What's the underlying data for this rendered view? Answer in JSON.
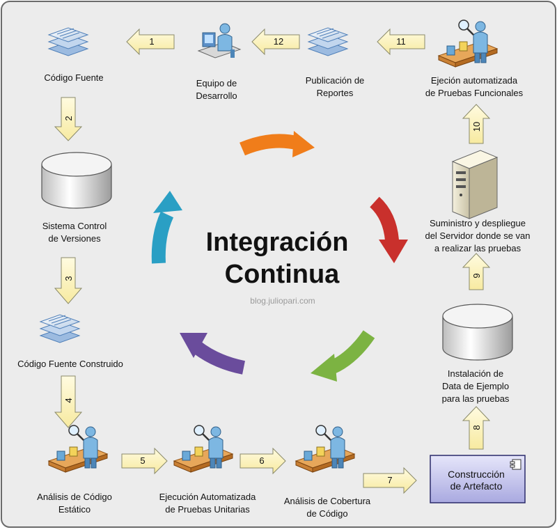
{
  "title_line1": "Integración",
  "title_line2": "Continua",
  "watermark": "blog.juliopari.com",
  "nodes": {
    "codigo_fuente": "Código Fuente",
    "equipo_1": "Equipo de",
    "equipo_2": "Desarrollo",
    "publicacion_1": "Publicación de",
    "publicacion_2": "Reportes",
    "ejecion_1": "Ejeción automatizada",
    "ejecion_2": "de Pruebas Funcionales",
    "sistema_1": "Sistema Control",
    "sistema_2": "de Versiones",
    "suministro_1": "Suministro y despliegue",
    "suministro_2": "del Servidor donde se van",
    "suministro_3": "a realizar las pruebas",
    "construido": "Código Fuente Construido",
    "instalacion_1": "Instalación de",
    "instalacion_2": "Data de Ejemplo",
    "instalacion_3": "para las pruebas",
    "analisis_estatico_1": "Análisis de Código",
    "analisis_estatico_2": "Estático",
    "ejecucion_1": "Ejecución Automatizada",
    "ejecucion_2": "de Pruebas Unitarias",
    "cobertura_1": "Análisis de Cobertura",
    "cobertura_2": "de Código",
    "construccion_1": "Construcción",
    "construccion_2": "de Artefacto"
  },
  "steps": [
    "1",
    "2",
    "3",
    "4",
    "5",
    "6",
    "7",
    "8",
    "9",
    "10",
    "11",
    "12"
  ],
  "colors": {
    "background": "#ececec",
    "step_arrow_fill": "#fdf6c8",
    "step_arrow_stroke": "#8a8a6a",
    "cycle_orange": "#f07d1a",
    "cycle_red": "#c9302c",
    "cycle_green": "#7cb342",
    "cycle_purple": "#6a4c9c",
    "cycle_blue": "#2a9fc4",
    "artefact_fill": "#c9c9f0"
  },
  "icons": [
    "document-stack-icon",
    "developer-workstation-icon",
    "tester-conveyor-icon",
    "database-cylinder-icon",
    "server-tower-icon",
    "component-icon"
  ]
}
